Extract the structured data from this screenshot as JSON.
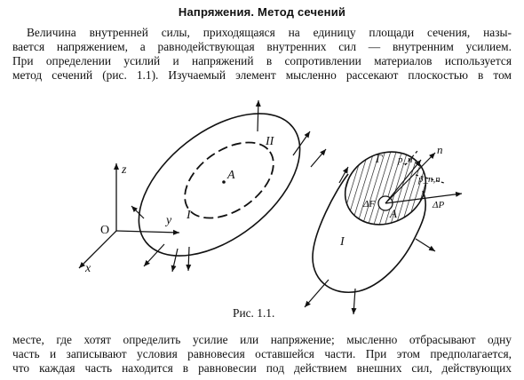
{
  "section_heading": "Напряжения. Метод сечений",
  "paragraph_top": [
    "Величина внутренней силы, приходящаяся на единицу площади сечения, назы-",
    "вается напряжением, а равнодействующая внутренних сил — внутренним усилием.",
    "При определении усилий и напряжений в сопротивлении материалов используется",
    "метод сечений (рис. 1.1). Изучаемый элемент мысленно рассекают плоскостью в том"
  ],
  "figure": {
    "caption": "Рис. 1.1.",
    "left_body": {
      "axis_z": "z",
      "axis_y": "y",
      "axis_x": "x",
      "origin": "O",
      "point": "A",
      "part_one": "I",
      "part_two": "II"
    },
    "right_body": {
      "part_one": "I",
      "point": "A",
      "section_contour": "Γ",
      "area": "ΔF",
      "normal": "n",
      "stress_resultant": "p_n",
      "stress_component": "p_n,n",
      "force_increment": "ΔP"
    }
  },
  "paragraph_bottom": [
    "месте, где хотят определить усилие или напряжение; мысленно отбрасывают одну",
    "часть и записывают условия равновесия оставшейся части. При этом предполагается,",
    "что каждая часть находится в равновесии под действием внешних сил, действующих"
  ]
}
